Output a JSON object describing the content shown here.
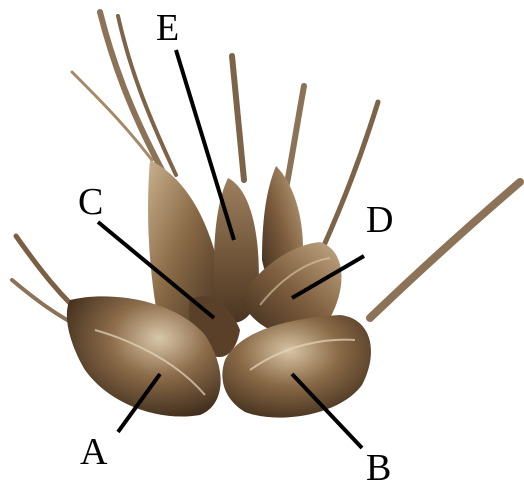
{
  "labels": {
    "a": "A",
    "b": "B",
    "c": "C",
    "d": "D",
    "e": "E"
  },
  "colors": {
    "background": "#ffffff",
    "leader_line": "#000000",
    "glume_dark": "#4a3522",
    "glume_mid": "#7a5a3a",
    "glume_light": "#b9a080",
    "awn": "#8c7256"
  }
}
